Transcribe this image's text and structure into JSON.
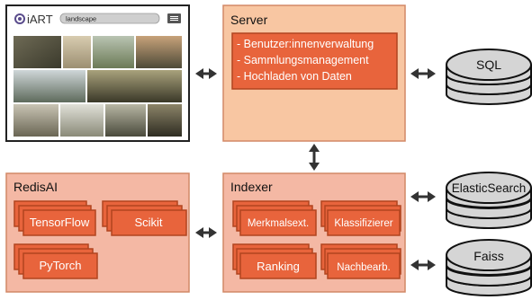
{
  "app": {
    "logo_text": "iART",
    "search_value": "landscape"
  },
  "server": {
    "title": "Server",
    "items": [
      "- Benutzer:innenverwaltung",
      "- Sammlungsmanagement",
      "- Hochladen von Daten"
    ]
  },
  "redisai": {
    "title": "RedisAI",
    "models": [
      "TensorFlow",
      "Scikit",
      "PyTorch"
    ]
  },
  "indexer": {
    "title": "Indexer",
    "modules": [
      "Merkmalsext.",
      "Klassifizierer",
      "Ranking",
      "Nachbearb."
    ]
  },
  "databases": [
    "SQL",
    "ElasticSearch",
    "Faiss"
  ],
  "colors": {
    "box_fill": "#f8c6a2",
    "redis_fill": "#f4b8a4",
    "box_stroke": "#d28867",
    "module_fill": "#e8643c",
    "module_stroke": "#b1441f",
    "db_fill": "#d5d5d5",
    "arrow": "#333333"
  }
}
